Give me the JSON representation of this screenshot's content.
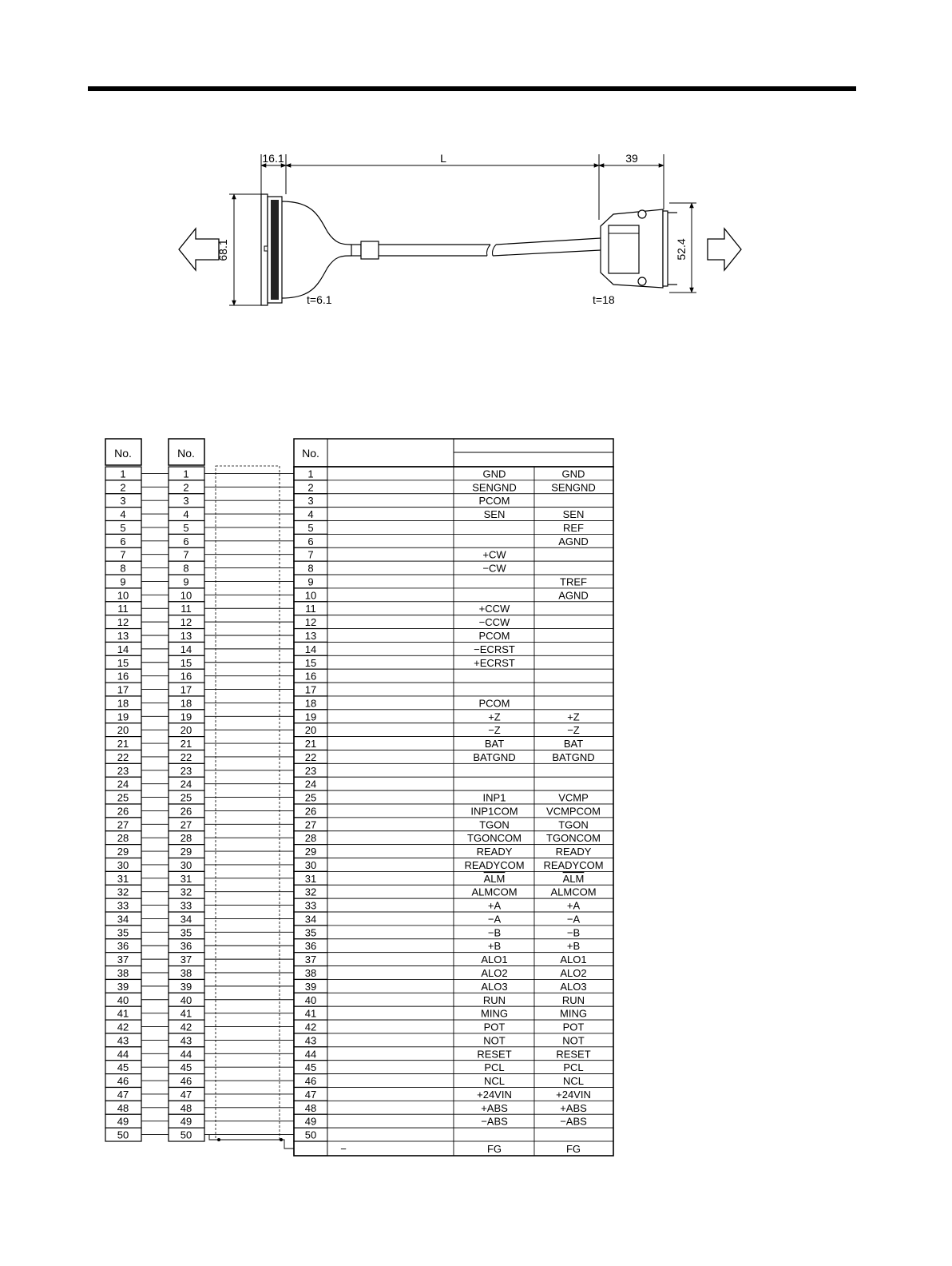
{
  "dimensions": {
    "left_width": "16.1",
    "cable_length": "L",
    "right_width": "39",
    "left_height": "68.1",
    "right_height": "52.4",
    "left_thickness": "t=6.1",
    "right_thickness": "t=18"
  },
  "headers": {
    "left_no": "No.",
    "mid_no": "No.",
    "right_no": "No."
  },
  "pin_numbers": [
    "1",
    "2",
    "3",
    "4",
    "5",
    "6",
    "7",
    "8",
    "9",
    "10",
    "11",
    "12",
    "13",
    "14",
    "15",
    "16",
    "17",
    "18",
    "19",
    "20",
    "21",
    "22",
    "23",
    "24",
    "25",
    "26",
    "27",
    "28",
    "29",
    "30",
    "31",
    "32",
    "33",
    "34",
    "35",
    "36",
    "37",
    "38",
    "39",
    "40",
    "41",
    "42",
    "43",
    "44",
    "45",
    "46",
    "47",
    "48",
    "49",
    "50"
  ],
  "signals_a": [
    "GND",
    "SENGND",
    "PCOM",
    "SEN",
    "",
    "",
    "+CW",
    "−CW",
    "",
    "",
    "+CCW",
    "−CCW",
    "PCOM",
    "−ECRST",
    "+ECRST",
    "",
    "",
    "PCOM",
    "+Z",
    "−Z",
    "BAT",
    "BATGND",
    "",
    "",
    "INP1",
    "INP1COM",
    "TGON",
    "TGONCOM",
    "READY",
    "READYCOM",
    "ALM",
    "ALMCOM",
    "+A",
    "−A",
    "−B",
    "+B",
    "ALO1",
    "ALO2",
    "ALO3",
    "RUN",
    "MING",
    "POT",
    "NOT",
    "RESET",
    "PCL",
    "NCL",
    "+24VIN",
    "+ABS",
    "−ABS",
    ""
  ],
  "signals_b": [
    "GND",
    "SENGND",
    "",
    "SEN",
    "REF",
    "AGND",
    "",
    "",
    "TREF",
    "AGND",
    "",
    "",
    "",
    "",
    "",
    "",
    "",
    "",
    "+Z",
    "−Z",
    "BAT",
    "BATGND",
    "",
    "",
    "VCMP",
    "VCMPCOM",
    "TGON",
    "TGONCOM",
    "READY",
    "READYCOM",
    "ALM",
    "ALMCOM",
    "+A",
    "−A",
    "−B",
    "+B",
    "ALO1",
    "ALO2",
    "ALO3",
    "RUN",
    "MING",
    "POT",
    "NOT",
    "RESET",
    "PCL",
    "NCL",
    "+24VIN",
    "+ABS",
    "−ABS",
    ""
  ],
  "fg_row": {
    "dash": "−",
    "signal_a": "FG",
    "signal_b": "FG"
  }
}
